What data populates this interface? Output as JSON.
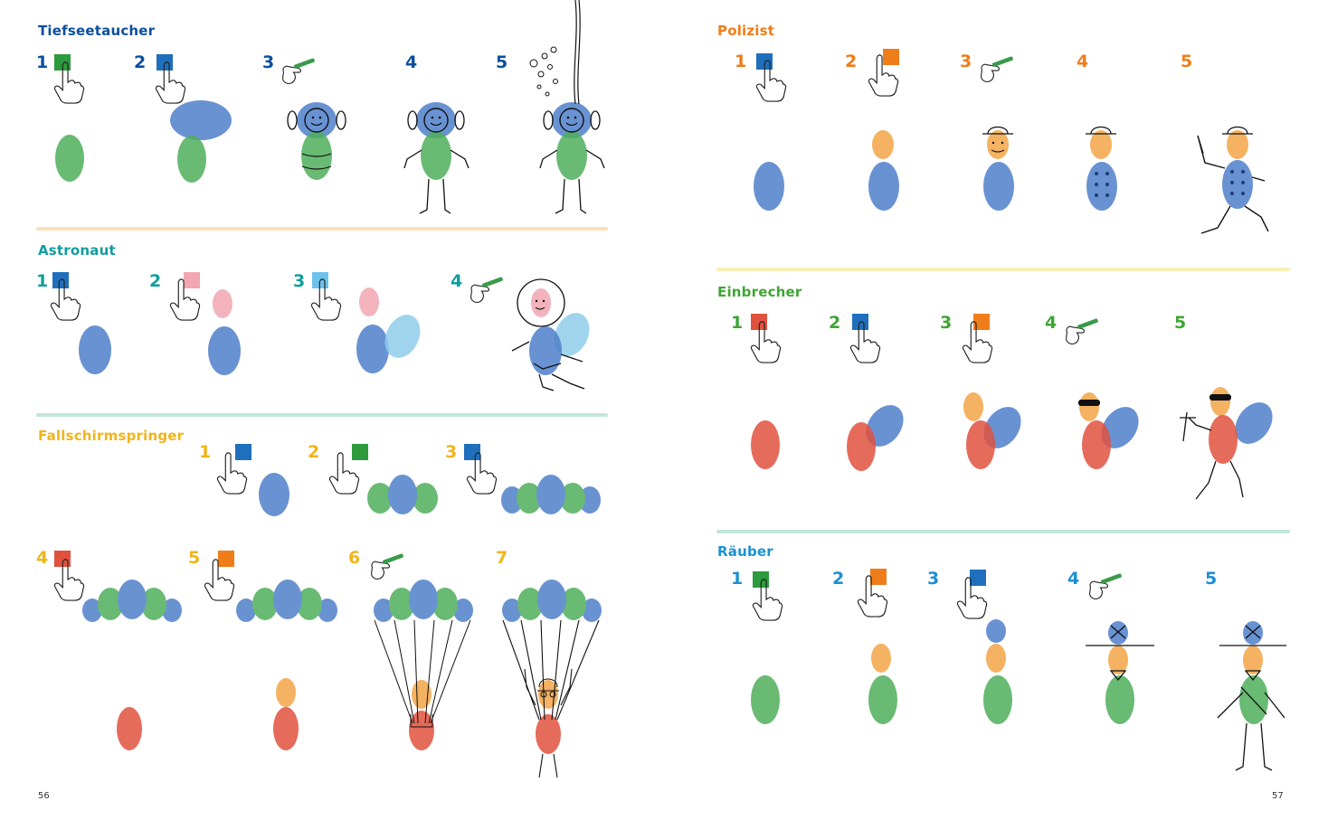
{
  "colors": {
    "blue_text": "#0b4f9c",
    "teal_text": "#119e9e",
    "yellow_text": "#f0b51d",
    "orange_text": "#ef7d1a",
    "green_text": "#3fa535",
    "cyan_text": "#1d8fd2",
    "print_blue": "#4f7fca",
    "print_green": "#4fae5b",
    "print_red": "#e0513e",
    "print_orange": "#f2a546",
    "print_pink": "#f1a6b1",
    "print_lightblue": "#8fcdea"
  },
  "sections": {
    "tiefseetaucher": {
      "title": "Tiefseetaucher",
      "steps": [
        "1",
        "2",
        "3",
        "4",
        "5"
      ]
    },
    "astronaut": {
      "title": "Astronaut",
      "steps": [
        "1",
        "2",
        "3",
        "4"
      ]
    },
    "fallschirmspringer": {
      "title": "Fallschirmspringer",
      "steps": [
        "1",
        "2",
        "3",
        "4",
        "5",
        "6",
        "7"
      ]
    },
    "polizist": {
      "title": "Polizist",
      "steps": [
        "1",
        "2",
        "3",
        "4",
        "5"
      ]
    },
    "einbrecher": {
      "title": "Einbrecher",
      "steps": [
        "1",
        "2",
        "3",
        "4",
        "5"
      ]
    },
    "raeuber": {
      "title": "Räuber",
      "steps": [
        "1",
        "2",
        "3",
        "4",
        "5"
      ]
    }
  },
  "page_numbers": {
    "left": "56",
    "right": "57"
  }
}
